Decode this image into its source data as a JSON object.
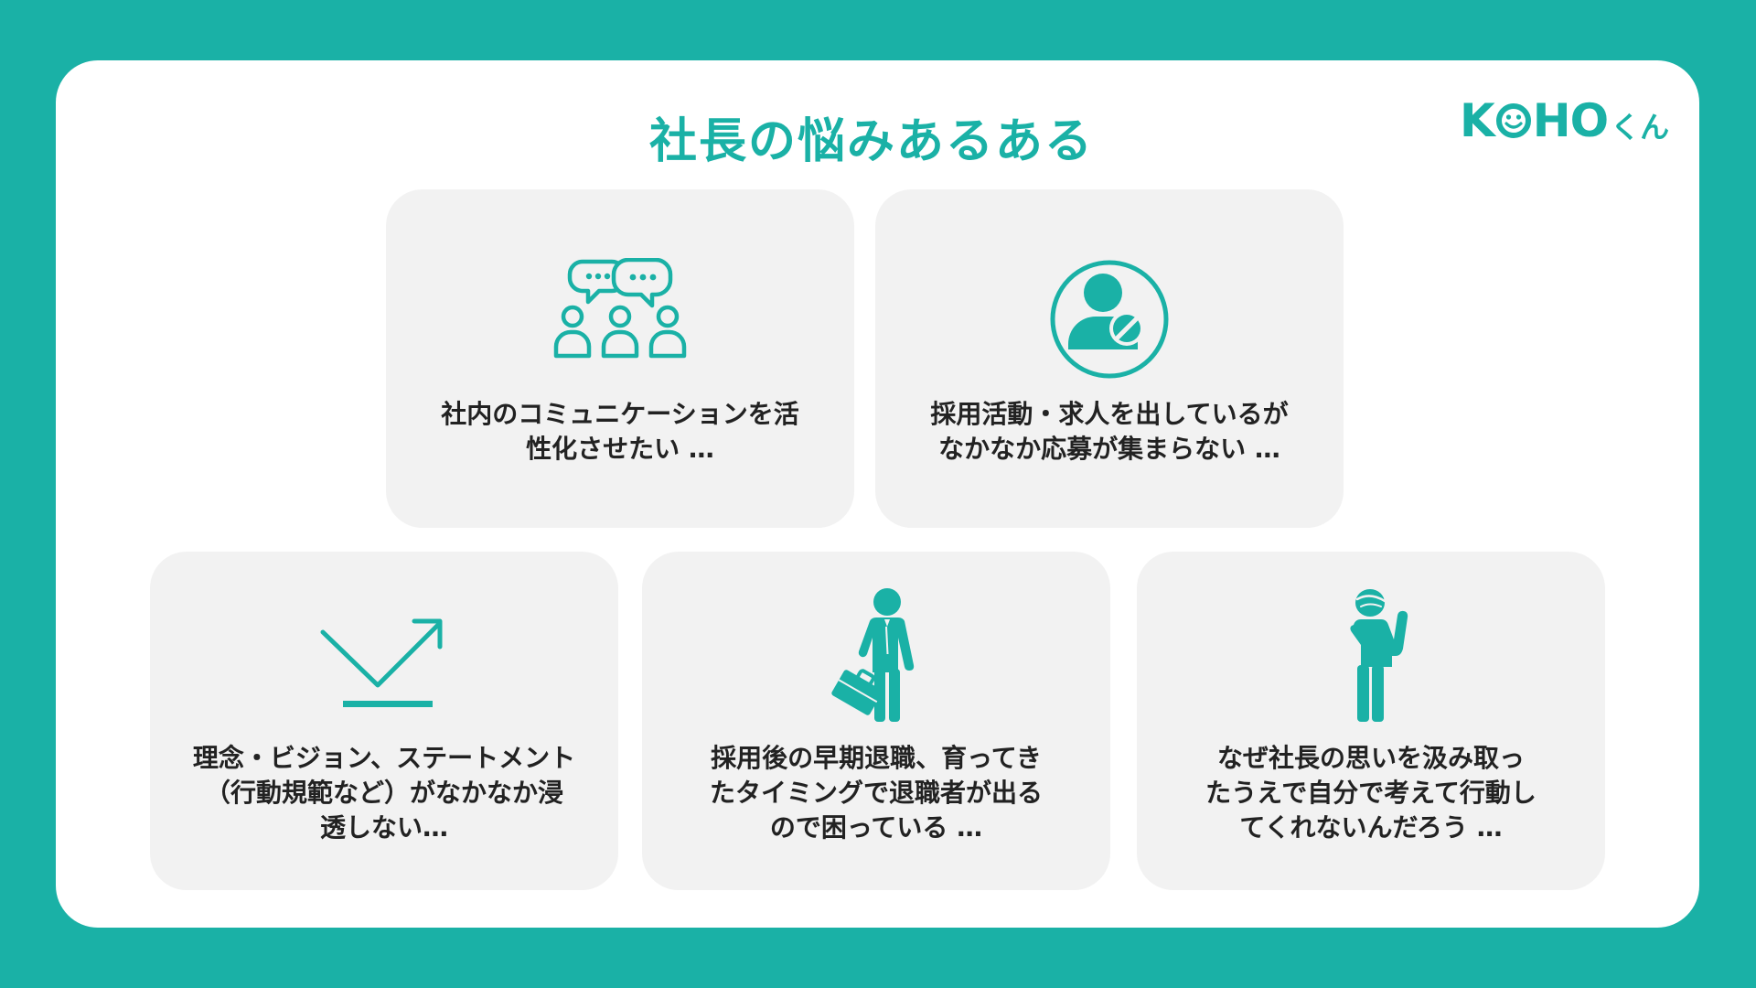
{
  "title": "社長の悩みあるある",
  "logo": {
    "brand_left": "K",
    "brand_right": "HO",
    "suffix": "くん"
  },
  "colors": {
    "accent": "#1ab1a6",
    "card_bg": "#f2f2f2",
    "text": "#222222"
  },
  "cards": [
    {
      "icon": "team-chat-icon",
      "text": "社内のコミュニケーションを活\n性化させたい …"
    },
    {
      "icon": "user-blocked-icon",
      "text": "採用活動・求人を出しているが\nなかなか応募が集まらない …"
    },
    {
      "icon": "checkmark-arrow-icon",
      "text": "理念・ビジョン、ステートメント\n（行動規範など）がなかなか浸\n透しない…"
    },
    {
      "icon": "businessman-briefcase-icon",
      "text": "採用後の早期退職、育ってき\nたタイミングで退職者が出る\nので困っている …"
    },
    {
      "icon": "worried-person-icon",
      "text": "なぜ社長の思いを汲み取っ\nたうえで自分で考えて行動し\nてくれないんだろう …"
    }
  ]
}
